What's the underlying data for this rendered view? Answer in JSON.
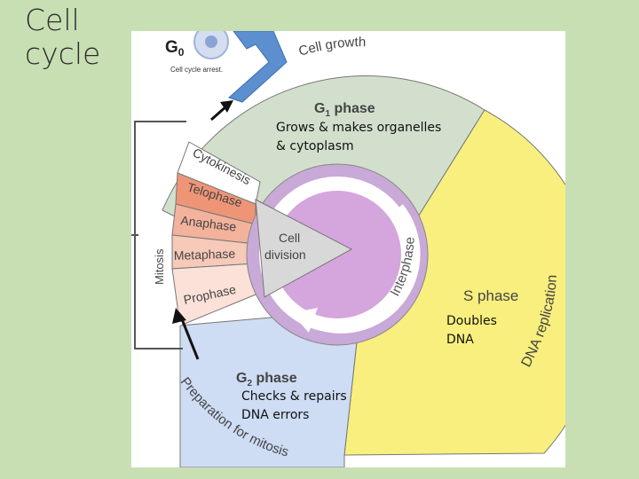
{
  "slide": {
    "title_line1": "Cell",
    "title_line2": "cycle"
  },
  "diagram": {
    "g0_label": "G",
    "g0_sub": "0",
    "g0_caption": "Cell cycle arrest.",
    "cell_growth": "Cell growth",
    "g1_label": "G",
    "g1_sub": "1",
    "g1_suffix": " phase",
    "s_phase": "S phase",
    "dna_replication": "DNA replication",
    "g2_label": "G",
    "g2_sub": "2",
    "g2_suffix": " phase",
    "prep_mitosis": "Preparation for mitosis",
    "mitosis": "Mitosis",
    "interphase": "Interphase",
    "cell_division_line1": "Cell",
    "cell_division_line2": "division",
    "stages": {
      "cytokinesis": "Cytokinesis",
      "telophase": "Telophase",
      "anaphase": "Anaphase",
      "metaphase": "Metaphase",
      "prophase": "Prophase"
    }
  },
  "notes": {
    "g1_line1": "Grows & makes organelles",
    "g1_line2": "& cytoplasm",
    "s_line1": "Doubles",
    "s_line2": "DNA",
    "g2_line1": "Checks & repairs",
    "g2_line2": "DNA errors"
  },
  "colors": {
    "background": "#c8dfb4",
    "g1": "#d2dfcc",
    "s_phase": "#f8ef7e",
    "g2": "#cedcf4",
    "prophase": "#fbe1d8",
    "metaphase": "#f6c9b8",
    "anaphase": "#f3b29c",
    "telophase": "#ef9577",
    "interphase_ring": "#c9a9d8",
    "interphase_core": "#d5a5dd",
    "arrow_blue": "#5b8fd0"
  }
}
